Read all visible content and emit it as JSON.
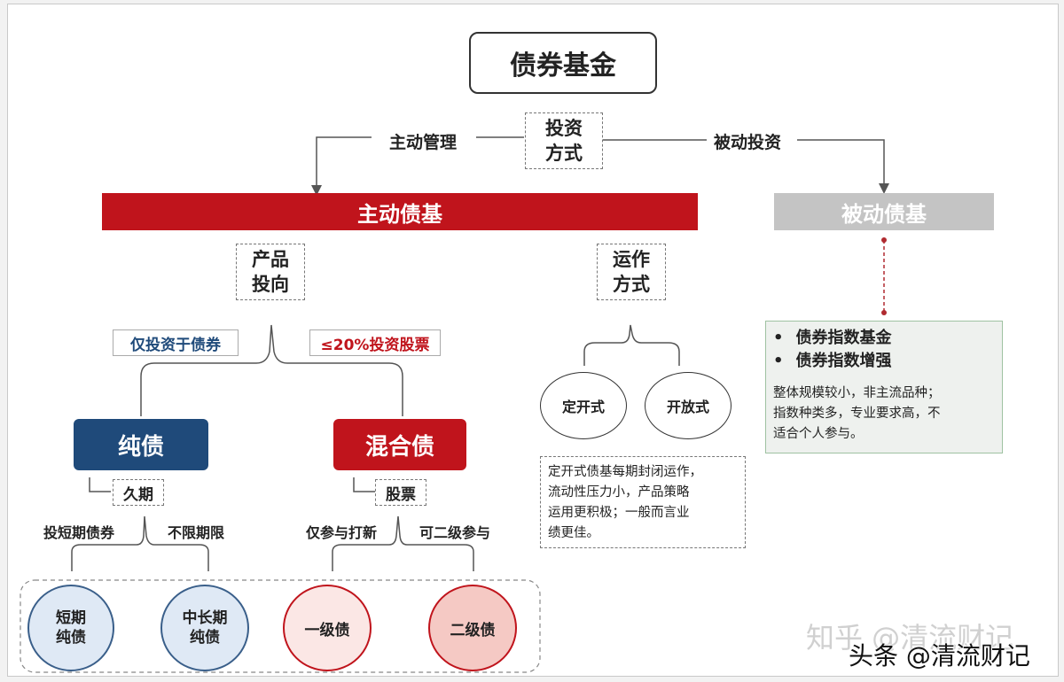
{
  "root": "债券基金",
  "invest_method": [
    "投资",
    "方式"
  ],
  "active_label": "主动管理",
  "passive_label": "被动投资",
  "active_bar": "主动债基",
  "passive_bar": "被动债基",
  "product_dir": [
    "产品",
    "投向"
  ],
  "operation": [
    "运作",
    "方式"
  ],
  "bond_only": "仅投资于债券",
  "stock_le20": "≤20%投资股票",
  "pure_bond": "纯债",
  "mixed_bond": "混合债",
  "duration": "久期",
  "stock": "股票",
  "short_term_label": "投短期债券",
  "unlimited_label": "不限期限",
  "ipo_only_label": "仅参与打新",
  "secondary_label": "可二级参与",
  "short_pure": [
    "短期",
    "纯债"
  ],
  "mid_long_pure": [
    "中长期",
    "纯债"
  ],
  "first_level": "一级债",
  "second_level": "二级债",
  "fixed_open": "定开式",
  "open_end": "开放式",
  "fixed_desc": [
    "定开式债基每期封闭运作，",
    "流动性压力小，产品策略",
    "运用更积极；一般而言业",
    "绩更佳。"
  ],
  "passive_items": [
    "债券指数基金",
    "债券指数增强"
  ],
  "passive_desc": [
    "整体规模较小，非主流品种；",
    "指数种类多，专业要求高，不",
    "适合个人参与。"
  ],
  "bullet": "•",
  "watermark_zhihu": "知乎 @清流财记",
  "watermark_toutiao": "头条 @清流财记",
  "colors": {
    "red": "#c0141c",
    "navy": "#1f4a7a",
    "gray": "#c4c4c4"
  }
}
